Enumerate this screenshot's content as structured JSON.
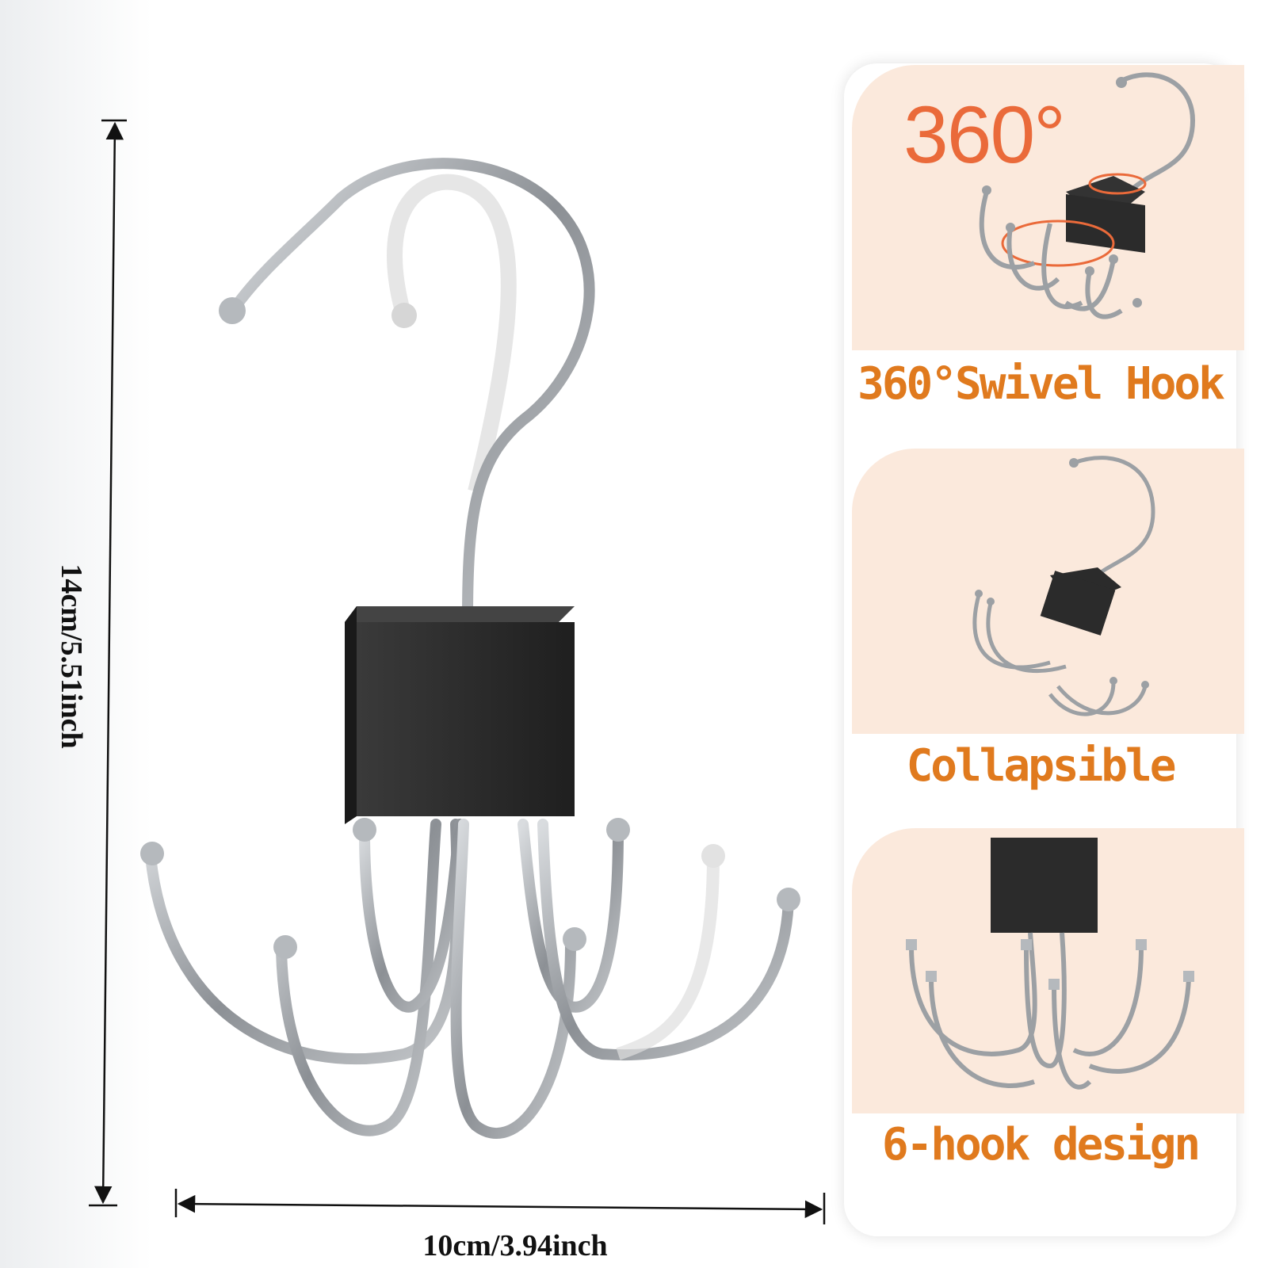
{
  "dimensions": {
    "height": "14cm/5.51inch",
    "width": "10cm/3.94inch"
  },
  "features": [
    {
      "label": "360°Swivel Hook",
      "icon": "swivel-hook-icon"
    },
    {
      "label": "Collapsible",
      "icon": "collapsed-hook-icon"
    },
    {
      "label": "6-hook design",
      "icon": "six-hook-icon"
    }
  ],
  "rotation_badge": "360°",
  "colors": {
    "accent": "#e07a1e",
    "rotation": "#ea6a3a",
    "card_bg": "#fbe9dc",
    "metal": "#a8acb0",
    "block": "#2b2b2b"
  }
}
